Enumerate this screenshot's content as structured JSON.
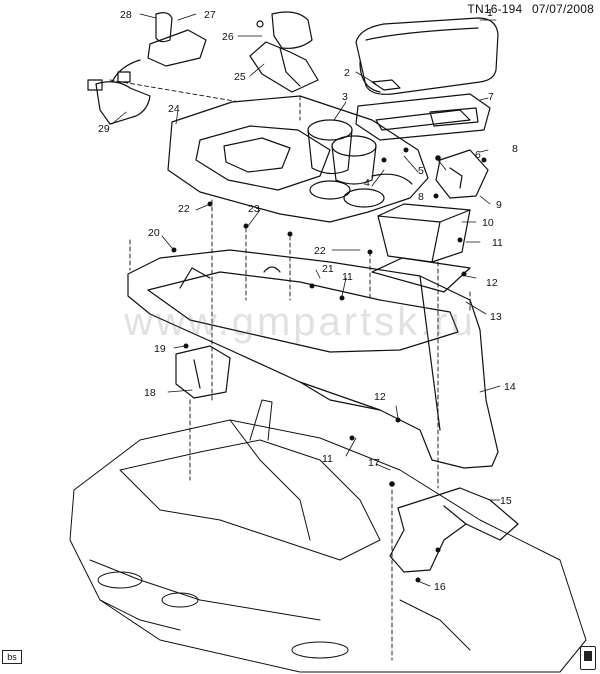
{
  "header": {
    "code": "TN16-194",
    "date": "07/07/2008"
  },
  "footer": {
    "badge": "bs"
  },
  "watermark": {
    "text": "www.gmpartsk.ru"
  },
  "callouts": [
    "1",
    "2",
    "3",
    "4",
    "5",
    "6",
    "7",
    "8",
    "8",
    "9",
    "10",
    "11",
    "11",
    "11",
    "12",
    "12",
    "13",
    "14",
    "15",
    "16",
    "17",
    "18",
    "19",
    "20",
    "21",
    "22",
    "22",
    "23",
    "24",
    "25",
    "26",
    "27",
    "28",
    "29"
  ],
  "icons": {
    "logo": "book-icon"
  }
}
